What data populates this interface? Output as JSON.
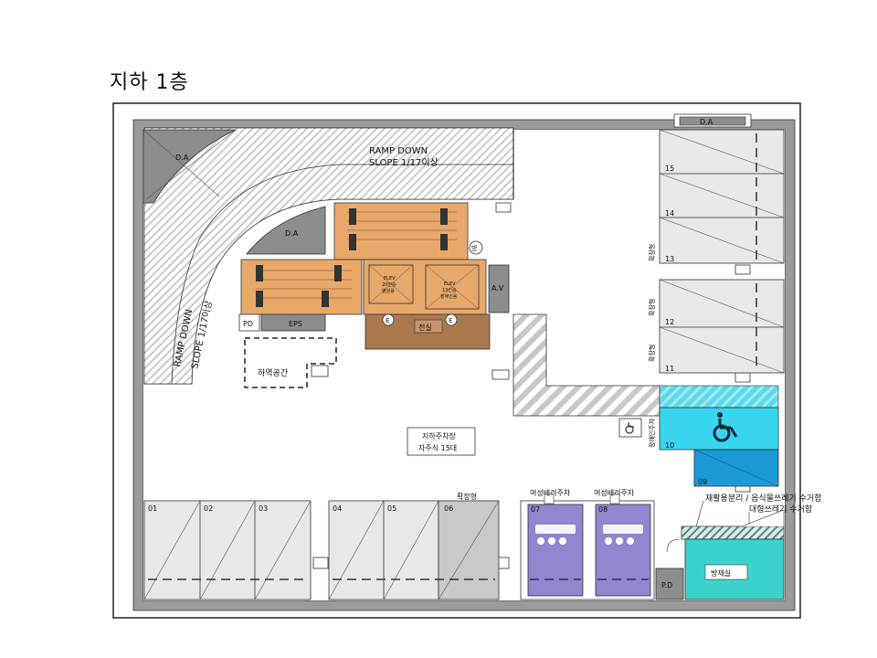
{
  "title": "지하 1층",
  "labels": {
    "ramp_top": "RAMP DOWN",
    "ramp_top_slope": "SLOPE 1/17이상",
    "ramp_left": "RAMP DOWN",
    "ramp_left_slope": "SLOPE 1/17이상",
    "da_corner": "D.A",
    "da_mid": "D.A",
    "da_top_right": "D.A",
    "pd_left": "PD",
    "eps": "EPS",
    "av": "A.V",
    "elev_left": "E",
    "elev_right": "E",
    "elev_hall": "전실",
    "fire_sym": "방",
    "unload_area": "하역공간",
    "garage_name": "지하주차장",
    "garage_count": "자주식 15대",
    "expanded_top": "확장형",
    "women1": "여성배려주차",
    "women2": "여성배려주차",
    "accessible": "장애인주차",
    "recycle1": "재활용분리 / 음식물쓰레기 수거함",
    "recycle2": "대형쓰레기 수거함",
    "disaster_room": "방재실",
    "pd_bottom": "P.D",
    "ev_left_a": "ELEV",
    "ev_left_b": "20인승",
    "ev_left_c": "병원용",
    "ev_right_a": "ELEV",
    "ev_right_b": "13인승",
    "ev_right_c": "장애인용",
    "right_expanded": [
      "확장형",
      "확장형",
      "확장형"
    ]
  },
  "bottom_spaces": [
    "01",
    "02",
    "03",
    "04",
    "05",
    "06",
    "07",
    "08"
  ],
  "right_spaces": [
    "15",
    "14",
    "13",
    "12",
    "11",
    "10",
    "09"
  ],
  "colors": {
    "wall": "#9a9a9a",
    "core": "#e8a86a",
    "hall": "#a9784f",
    "space": "#e8e8e8",
    "women": "#8e86cf",
    "accessible": "#38d5f0",
    "accessible_dark": "#1c9ad6",
    "disaster": "#3cd2cc",
    "recycle": "#4ec9b8"
  }
}
